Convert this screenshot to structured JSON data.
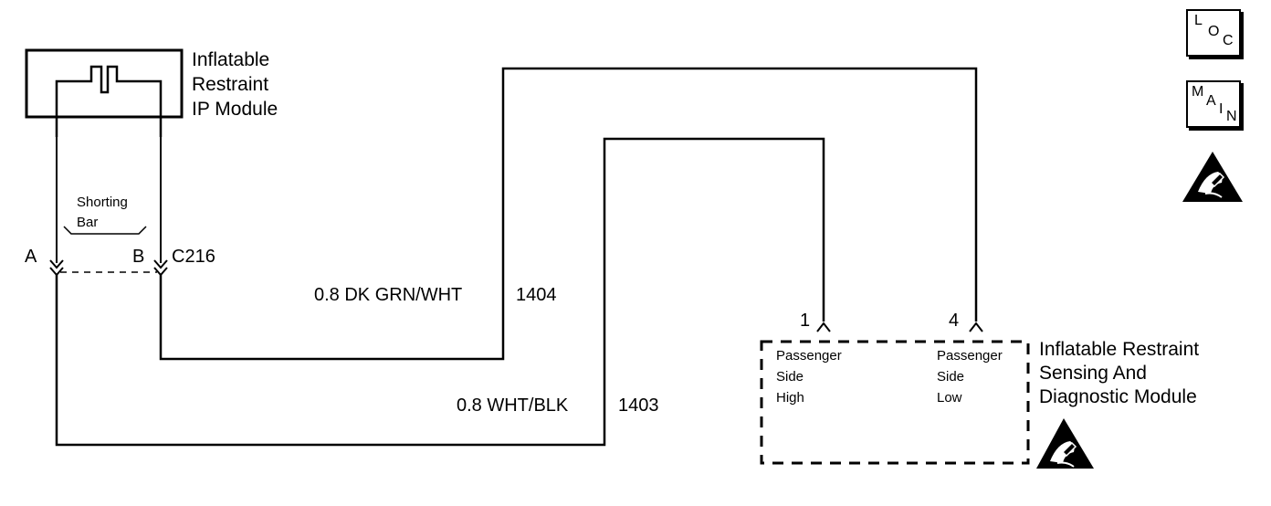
{
  "ip_module": {
    "name_lines": [
      "Inflatable",
      "Restraint",
      "IP Module"
    ]
  },
  "shorting_bar": {
    "label_lines": [
      "Shorting",
      "Bar"
    ]
  },
  "connector": {
    "pin_a": "A",
    "pin_b": "B",
    "name": "C216"
  },
  "wires": [
    {
      "gauge_color": "0.8 DK GRN/WHT",
      "circuit": "1404"
    },
    {
      "gauge_color": "0.8 WHT/BLK",
      "circuit": "1403"
    }
  ],
  "sdm": {
    "name_lines": [
      "Inflatable Restraint",
      "Sensing And",
      "Diagnostic Module"
    ],
    "pins": [
      {
        "number": "1",
        "label_lines": [
          "Passenger",
          "Side",
          "High"
        ]
      },
      {
        "number": "4",
        "label_lines": [
          "Passenger",
          "Side",
          "Low"
        ]
      }
    ]
  },
  "nav": {
    "loc": {
      "l1": "L",
      "l2": "O",
      "l3": "C"
    },
    "main": {
      "l1": "M",
      "l2": "A",
      "l3": "I",
      "l4": "N"
    }
  },
  "icons": [
    "esd-warning-icon",
    "esd-warning-icon"
  ]
}
